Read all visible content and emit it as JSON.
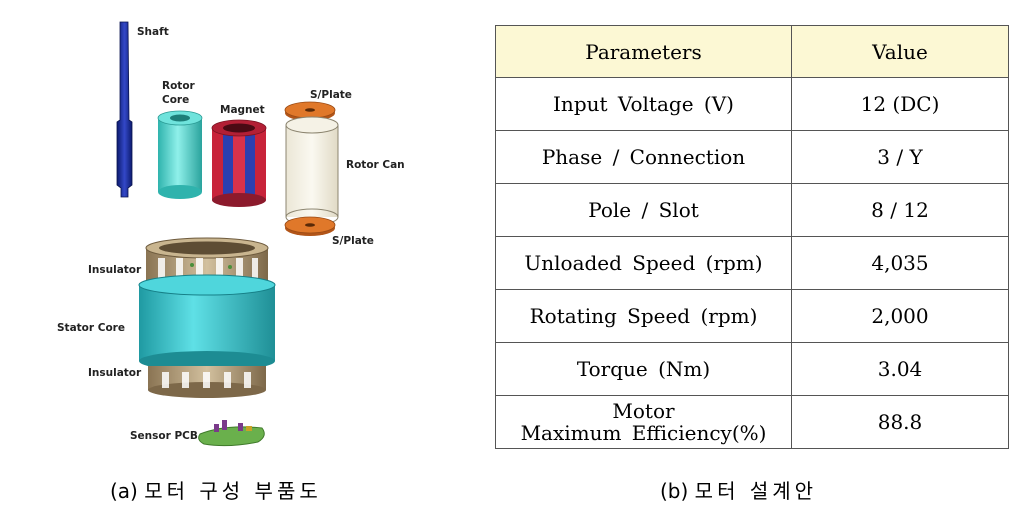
{
  "figure_a": {
    "labels": {
      "shaft": "Shaft",
      "rotor_core_1": "Rotor",
      "rotor_core_2": "Core",
      "magnet": "Magnet",
      "splate_top": "S/Plate",
      "rotor_can": "Rotor Can",
      "splate_bottom": "S/Plate",
      "insulator_top": "Insulator",
      "stator_core": "Stator Core",
      "insulator_bottom": "Insulator",
      "sensor_pcb": "Sensor PCB"
    },
    "colors": {
      "shaft": "#1c2f9e",
      "rotor_core": "#4fd3cc",
      "magnet_red": "#c8233a",
      "magnet_blue": "#2b3fb0",
      "splate": "#e0782a",
      "stator_core": "#33c1c8",
      "insulator": "#b09a78",
      "sensor_pcb": "#6ab04c"
    },
    "caption_prefix": "(a)",
    "caption_text": "모터 구성 부품도"
  },
  "table": {
    "header": {
      "param": "Parameters",
      "value": "Value",
      "background": "#fcf8d4"
    },
    "rows": [
      {
        "param": "Input Voltage (V)",
        "value": "12 (DC)"
      },
      {
        "param": "Phase / Connection",
        "value": "3 / Y"
      },
      {
        "param": "Pole / Slot",
        "value": "8 / 12"
      },
      {
        "param": "Unloaded Speed (rpm)",
        "value": "4,035"
      },
      {
        "param": "Rotating Speed (rpm)",
        "value": "2,000"
      },
      {
        "param": "Torque (Nm)",
        "value": "3.04"
      },
      {
        "param_line1": "Motor",
        "param_line2": "Maximum Efficiency(%)",
        "value": "88.8"
      }
    ]
  },
  "figure_b": {
    "caption_prefix": "(b)",
    "caption_text": "모터 설계안"
  }
}
